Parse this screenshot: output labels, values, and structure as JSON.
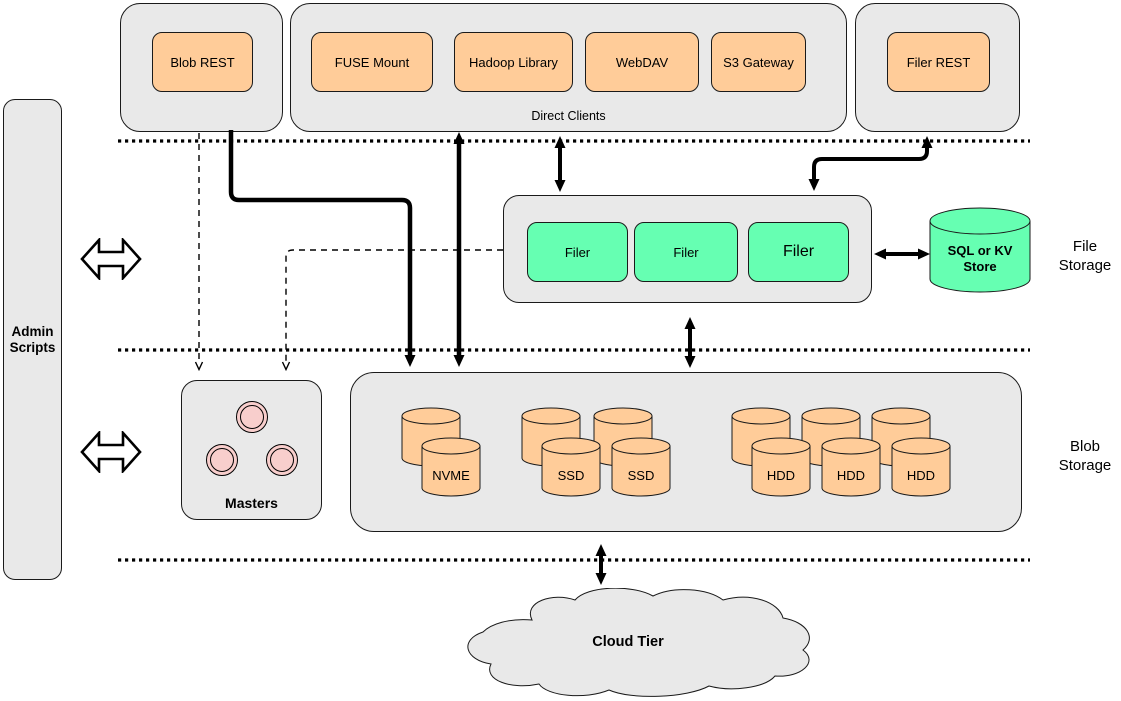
{
  "palette": {
    "container_fill": "#E9E9E9",
    "node_orange": "#FFCC99",
    "node_green": "#66FFB2",
    "master_pink": "#F8CECC",
    "stroke": "#000000"
  },
  "admin_scripts": {
    "label_lines": [
      "Admin",
      "Scripts"
    ]
  },
  "blob_rest": {
    "label": "Blob REST"
  },
  "direct_clients": {
    "caption": "Direct Clients",
    "clients": [
      {
        "label": "FUSE Mount"
      },
      {
        "label": "Hadoop Library"
      },
      {
        "label": "WebDAV"
      },
      {
        "label": "S3 Gateway"
      }
    ]
  },
  "filer_rest": {
    "label": "Filer REST"
  },
  "file_storage": {
    "section_label_lines": [
      "File",
      "Storage"
    ],
    "filers": [
      {
        "label": "Filer"
      },
      {
        "label": "Filer"
      },
      {
        "label": "Filer"
      }
    ],
    "kv_store": {
      "label_lines": [
        "SQL or KV",
        "Store"
      ]
    }
  },
  "blob_storage": {
    "section_label_lines": [
      "Blob",
      "Storage"
    ],
    "masters": {
      "label": "Masters"
    },
    "volume_labels": [
      "NVME",
      "SSD",
      "SSD",
      "HDD",
      "HDD",
      "HDD"
    ]
  },
  "cloud_tier": {
    "label": "Cloud Tier"
  }
}
